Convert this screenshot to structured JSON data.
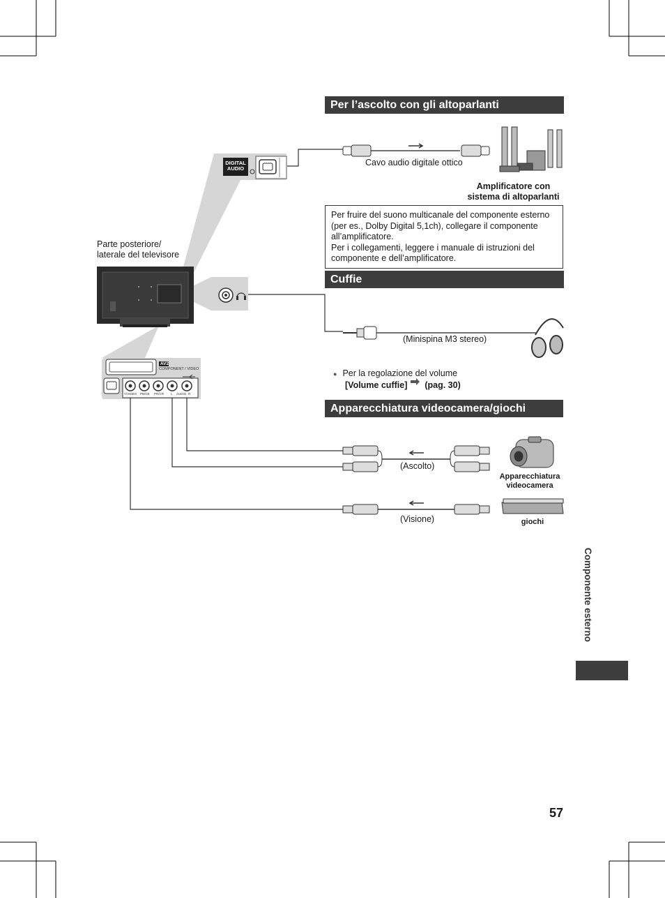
{
  "sections": {
    "speakers": {
      "title": "Per l’ascolto con gli altoparlanti",
      "cable_label": "Cavo audio digitale ottico",
      "device_label_line1": "Amplificatore con",
      "device_label_line2": "sistema di altoparlanti",
      "port_label_line1": "DIGITAL",
      "port_label_line2": "AUDIO",
      "note_lines": [
        "Per fruire del suono multicanale del componente esterno",
        "(per es., Dolby Digital 5,1ch), collegare il componente",
        "all’amplificatore.",
        "Per i collegamenti, leggere i manuale di istruzioni del",
        "componente e dell’amplificatore."
      ]
    },
    "headphones": {
      "title": "Cuffie",
      "cable_label": "(Minispina M3 stereo)",
      "volume_note": "Per la regolazione del volume",
      "volume_menu": "[Volume cuffie]",
      "volume_page": "(pag. 30)"
    },
    "camcorder": {
      "title": "Apparecchiatura videocamera/giochi",
      "audio_label": "(Ascolto)",
      "video_label": "(Visione)",
      "camcorder_label_line1": "Apparecchiatura",
      "camcorder_label_line2": "videocamera",
      "game_label": "giochi",
      "panel_badge": "AV2",
      "panel_label": "COMPONENT / VIDEO",
      "jack_labels": [
        "Y/VIDEO",
        "PB/CB",
        "PR/CR",
        "L",
        "AUDIO",
        "R"
      ]
    }
  },
  "tv": {
    "label_line1": "Parte posteriore/",
    "label_line2": "laterale del televisore"
  },
  "sidebar": {
    "section_label": "Componente esterno"
  },
  "page": {
    "number": "57"
  },
  "colors": {
    "header_bg": "#3d3d3d",
    "callout_gray": "#d9d9d9",
    "line": "#333333"
  }
}
